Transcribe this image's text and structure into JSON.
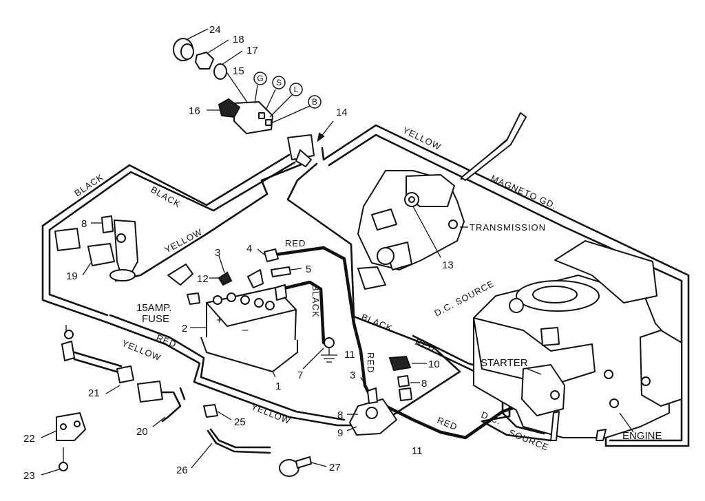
{
  "callouts": {
    "c1": "1",
    "c2": "2",
    "c3a": "3",
    "c3b": "3",
    "c4": "4",
    "c5": "5",
    "c7": "7",
    "c8a": "8",
    "c8b": "8",
    "c8c": "8",
    "c9": "9",
    "c10": "10",
    "c11a": "11",
    "c11b": "11",
    "c12": "12",
    "c13": "13",
    "c14": "14",
    "c15": "15",
    "c16": "16",
    "c17": "17",
    "c18": "18",
    "c19": "19",
    "c20": "20",
    "c21": "21",
    "c22": "22",
    "c23": "23",
    "c24": "24",
    "c25": "25",
    "c26": "26",
    "c27": "27"
  },
  "switch_terminals": {
    "g": "G",
    "s": "S",
    "l": "L",
    "b": "B"
  },
  "components": {
    "transmission": "TRANSMISSION",
    "starter": "STARTER",
    "engine": "ENGINE",
    "fuse_line1": "15AMP.",
    "fuse_line2": "FUSE"
  },
  "wires": {
    "yellow": "YELLOW",
    "black": "BLACK",
    "red": "RED",
    "magneto_gd": "MAGNETO GD.",
    "dc_source": "D.C. SOURCE",
    "dc": "D.C.",
    "source": "SOURCE"
  },
  "battery_terminals": {
    "plus": "+",
    "minus": "–"
  }
}
